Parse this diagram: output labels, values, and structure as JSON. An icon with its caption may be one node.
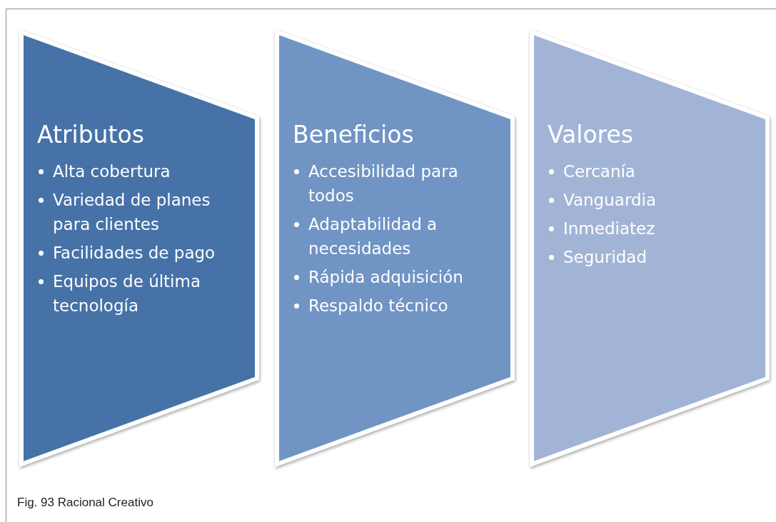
{
  "diagram": {
    "caption": "Fig. 93 Racional Creativo",
    "nodes": [
      {
        "text": [
          "Atributos",
          "Alta cobertura",
          "Variedad de planes para clientes",
          "Facilidades de pago",
          "Equipos de última tecnología"
        ]
      },
      {
        "text": [
          "Beneficios",
          "Accesibilidad para todos",
          "Adaptabilidad a necesidades",
          "Rápida adquisición",
          "Respaldo técnico"
        ]
      },
      {
        "text": [
          "Valores",
          "Cercanía",
          "Vanguardia",
          "Inmediatez",
          "Seguridad"
        ]
      }
    ]
  }
}
